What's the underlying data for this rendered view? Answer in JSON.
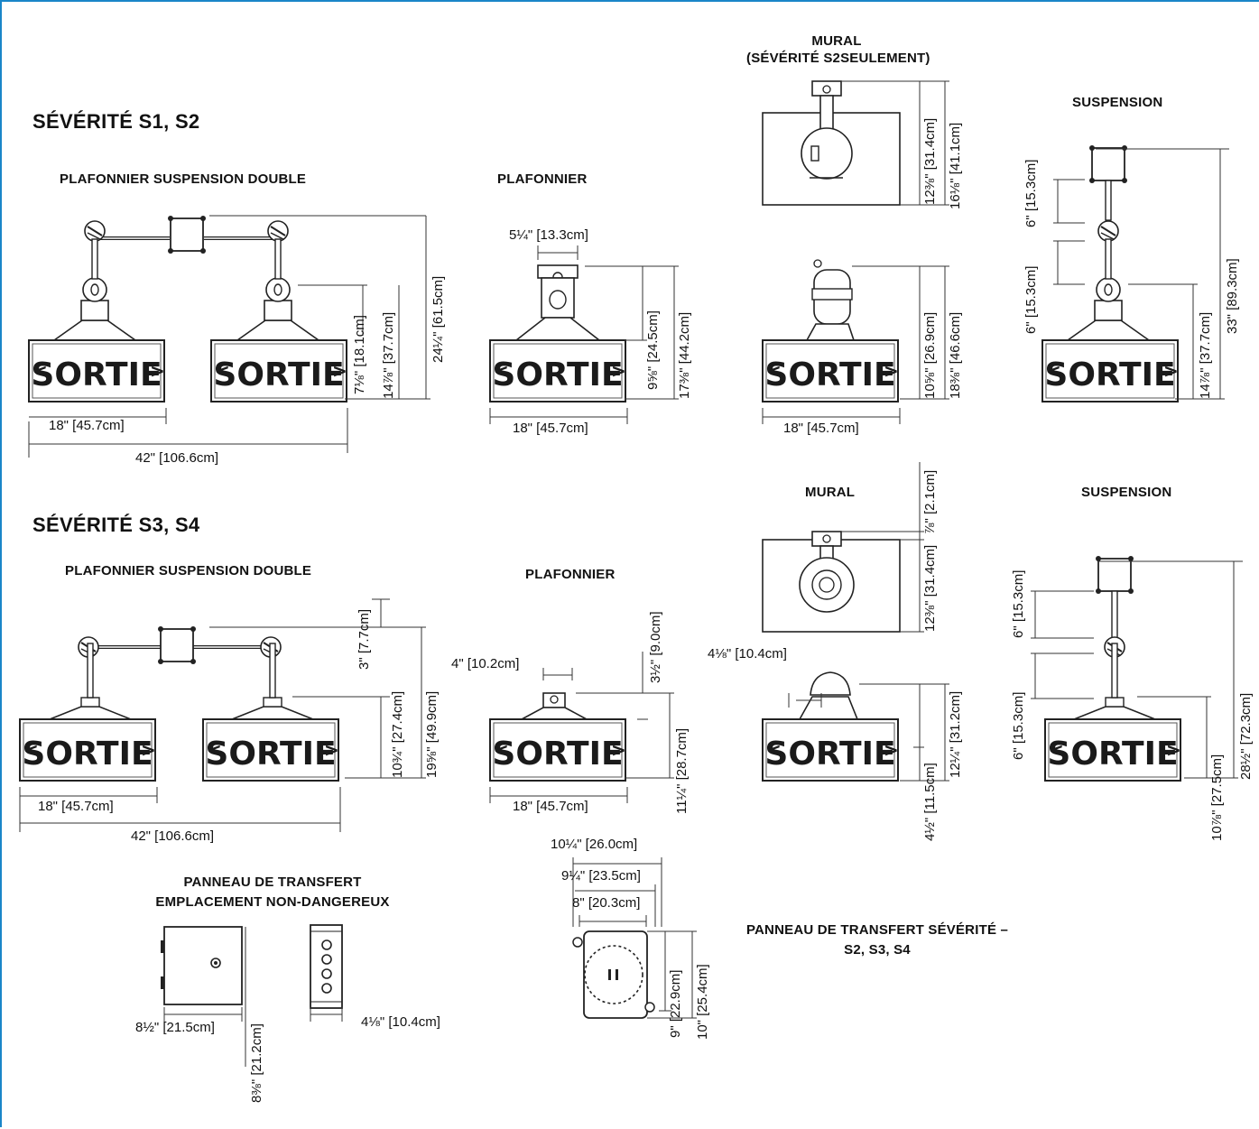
{
  "headings": {
    "s12": "SÉVÉRITÉ S1, S2",
    "s34": "SÉVÉRITÉ S3, S4"
  },
  "subtitles": {
    "pl_double_1": "PLAFONNIER SUSPENSION DOUBLE",
    "plaf_1": "PLAFONNIER",
    "mural_1_line1": "MURAL",
    "mural_1_line2": "(SÉVÉRITÉ S2SEULEMENT)",
    "susp_1": "SUSPENSION",
    "pl_double_2": "PLAFONNIER SUSPENSION DOUBLE",
    "plaf_2": "PLAFONNIER",
    "mural_2": "MURAL",
    "susp_2": "SUSPENSION",
    "transfer_nd_line1": "PANNEAU DE TRANSFERT",
    "transfer_nd_line2": "EMPLACEMENT NON-DANGEREUX",
    "transfer_sev_line1": "PANNEAU DE TRANSFERT SÉVÉRITÉ –",
    "transfer_sev_line2": "S2, S3, S4"
  },
  "sign": {
    "text": "SORTIE",
    "left_chevron": "<",
    "right_chevron": ">"
  },
  "dims": {
    "d1_h18": "18\" [45.7cm]",
    "d1_h42": "42\" [106.6cm]",
    "d1_v7": "7⅛\" [18.1cm]",
    "d1_v14": "14⅞\" [37.7cm]",
    "d1_v24": "24¼\" [61.5cm]",
    "p1_top": "5¼\" [13.3cm]",
    "p1_h18": "18\" [45.7cm]",
    "p1_v9": "9⅝\" [24.5cm]",
    "p1_v17": "17⅜\" [44.2cm]",
    "m1_v12": "12⅜\" [31.4cm]",
    "m1_v16": "16⅛\" [41.1cm]",
    "m1_v10": "10⅝\" [26.9cm]",
    "m1_v18": "18⅜\" [46.6cm]",
    "m1_h18": "18\" [45.7cm]",
    "s1_6a": "6\" [15.3cm]",
    "s1_6b": "6\" [15.3cm]",
    "s1_33": "33\" [89.3cm]",
    "s1_14": "14⅞\" [37.7cm]",
    "d2_v3": "3\" [7.7cm]",
    "d2_v10": "10¾\" [27.4cm]",
    "d2_v19": "19⅝\" [49.9cm]",
    "d2_h18": "18\" [45.7cm]",
    "d2_h42": "42\" [106.6cm]",
    "p2_top": "4\" [10.2cm]",
    "p2_v3": "3½\" [9.0cm]",
    "p2_v11": "11¼\" [28.7cm]",
    "p2_h18": "18\" [45.7cm]",
    "m2_v78": "⅞\" [2.1cm]",
    "m2_v12": "12⅜\" [31.4cm]",
    "m2_top": "4⅛\" [10.4cm]",
    "m2_v12b": "12¼\" [31.2cm]",
    "m2_v4": "4½\" [11.5cm]",
    "s2_6a": "6\" [15.3cm]",
    "s2_6b": "6\" [15.3cm]",
    "s2_28": "28½\" [72.3cm]",
    "s2_10": "10⅞\" [27.5cm]",
    "t1_w": "8½\" [21.5cm]",
    "t1_h": "8⅜\" [21.2cm]",
    "t1_d": "4⅛\" [10.4cm]",
    "t2_w1": "10¼\" [26.0cm]",
    "t2_w2": "9¼\" [23.5cm]",
    "t2_w3": "8\" [20.3cm]",
    "t2_h1": "9\" [22.9cm]",
    "t2_h2": "10\" [25.4cm]"
  },
  "colors": {
    "frame": "#1a86c8",
    "ink": "#111111"
  }
}
